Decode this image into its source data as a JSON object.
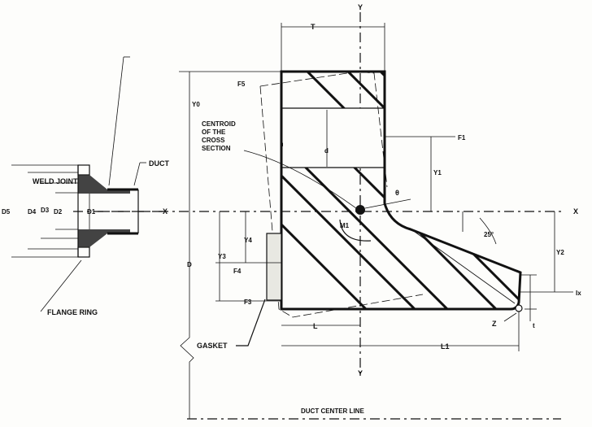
{
  "labels": {
    "weld_joint": "WELD JOINT",
    "duct": "DUCT",
    "flange_ring": "FLANGE RING",
    "d5": "D5",
    "d4": "D4",
    "d3": "D3",
    "d2": "D2",
    "d1": "D1",
    "x_left": "X",
    "x_right": "X",
    "y_top": "Y",
    "y_bottom": "Y",
    "t": "T",
    "f5": "F5",
    "f1": "F1",
    "f4": "F4",
    "f3": "F3",
    "y0": "Y0",
    "y1": "Y1",
    "y2": "Y2",
    "y3": "Y3",
    "y4": "Y4",
    "d": "D",
    "d_small": "d",
    "centroid": [
      "CENTROID",
      "OF THE",
      "CROSS",
      "SECTION"
    ],
    "theta": "θ",
    "m1": "M1",
    "angle": "25°",
    "gasket": "GASKET",
    "l": "L",
    "l1": "L1",
    "z": "Z",
    "t_small": "t",
    "ix": "Ix",
    "duct_center_line": "DUCT CENTER LINE"
  }
}
